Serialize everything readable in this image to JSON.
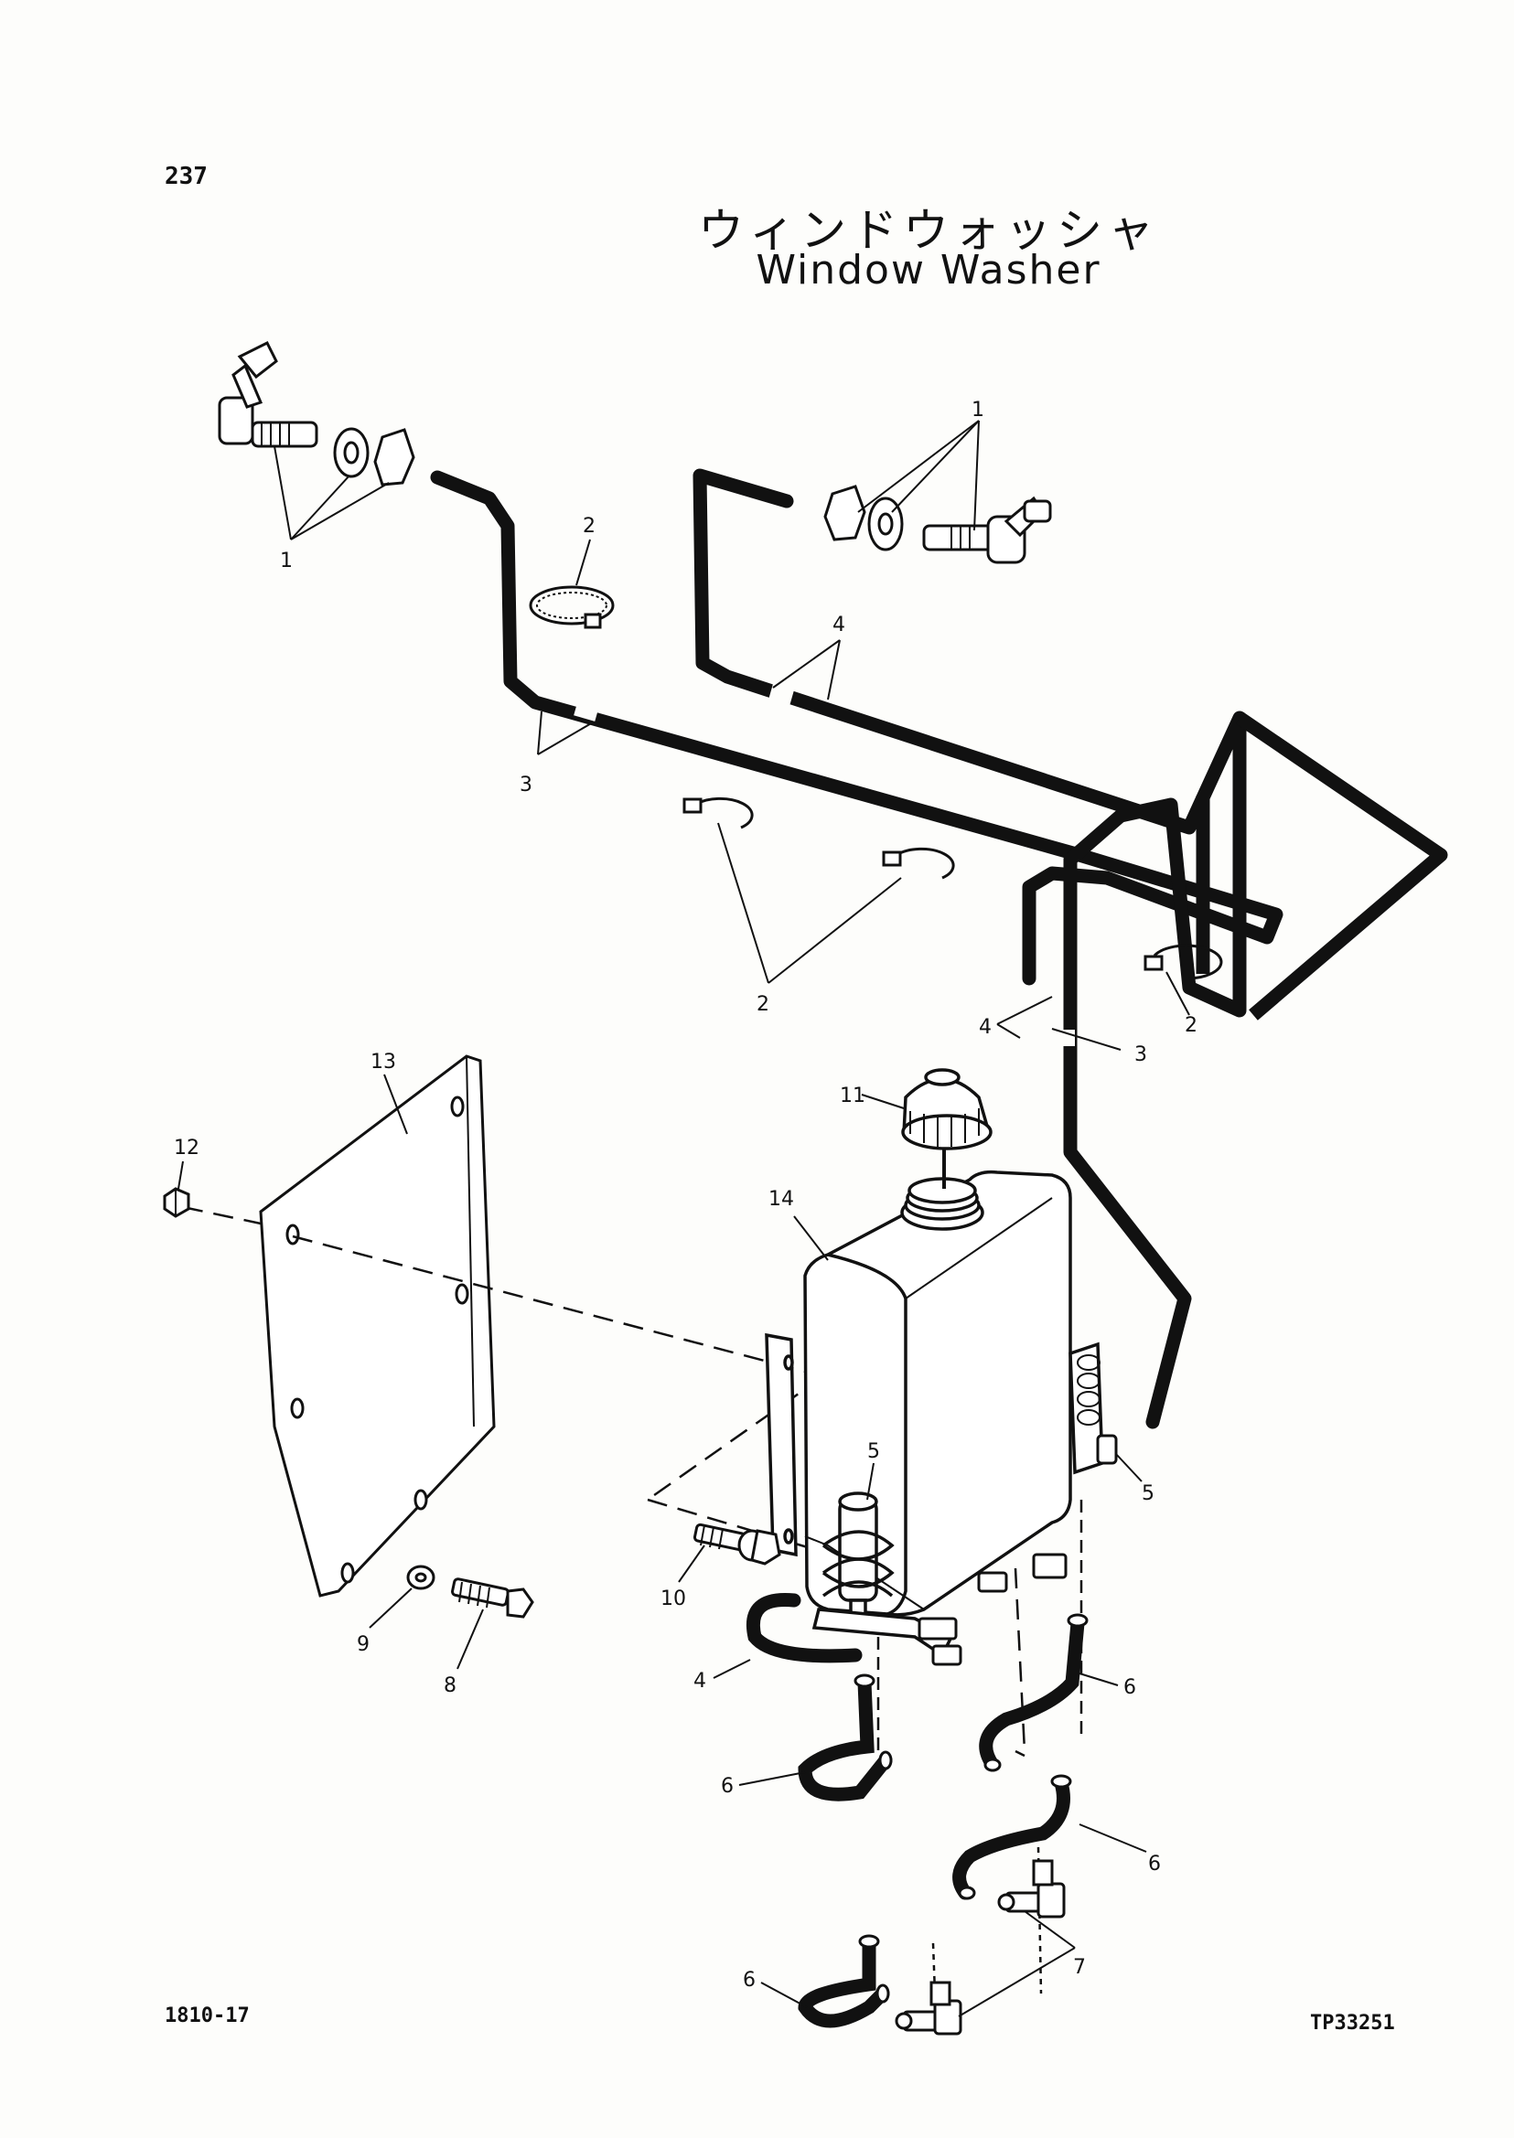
{
  "header": {
    "page_number": "237",
    "title_japanese": "ウィンドウォッシャ",
    "title_english": "Window Washer"
  },
  "callouts": [
    "1",
    "1",
    "2",
    "3",
    "4",
    "2",
    "2",
    "4",
    "3",
    "2",
    "11",
    "12",
    "13",
    "14",
    "5",
    "5",
    "10",
    "9",
    "8",
    "4",
    "6",
    "6",
    "6",
    "6",
    "7"
  ],
  "footer": {
    "left_code": "1810-17",
    "right_code": "TP33251"
  }
}
